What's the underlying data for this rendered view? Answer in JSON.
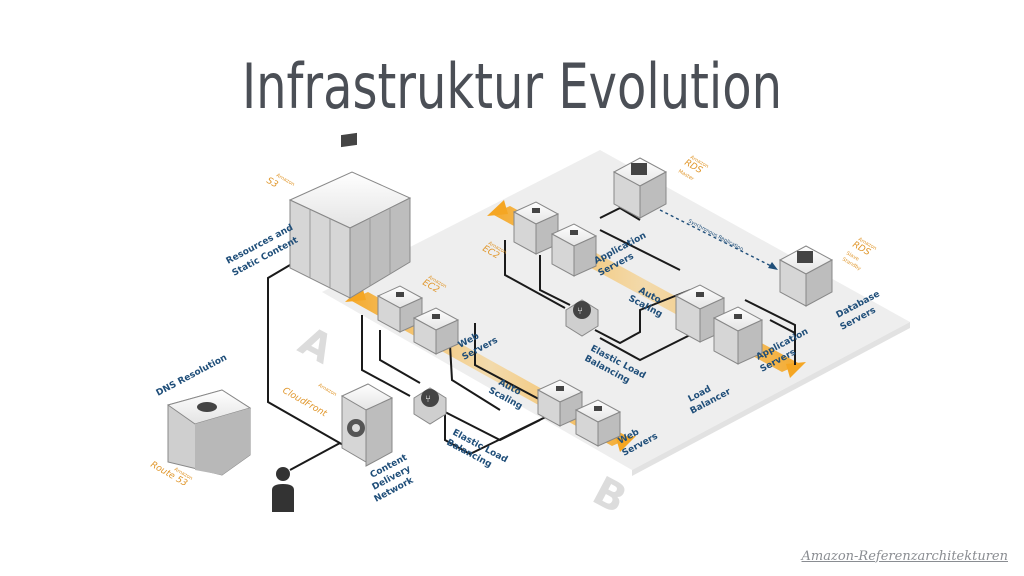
{
  "title": "Infrastruktur Evolution",
  "credit": "Amazon-Referenzarchitekturen",
  "zones": {
    "a": "A",
    "b": "B"
  },
  "labels": {
    "dns_resolution": "DNS Resolution",
    "route53_small": "Amazon",
    "route53": "Route 53",
    "resources_1": "Resources and",
    "resources_2": "Static Content",
    "s3_small": "Amazon",
    "s3": "S3",
    "cloudfront_small": "Amazon",
    "cloudfront": "CloudFront",
    "cdn_1": "Content",
    "cdn_2": "Delivery",
    "cdn_3": "Network",
    "ec2_a_small": "Amazon",
    "ec2_a": "EC2",
    "ec2_b_small": "Amazon",
    "ec2_b": "EC2",
    "web_a_1": "Web",
    "web_a_2": "Servers",
    "web_b_1": "Web",
    "web_b_2": "Servers",
    "auto_a_1": "Auto",
    "auto_a_2": "Scaling",
    "auto_b_1": "Auto",
    "auto_b_2": "Scaling",
    "elb_1_1": "Elastic Load",
    "elb_1_2": "Balancing",
    "elb_2_1": "Elastic Load",
    "elb_2_2": "Balancing",
    "app_a_1": "Application",
    "app_a_2": "Servers",
    "app_b_1": "Application",
    "app_b_2": "Servers",
    "load_balancer_1": "Load",
    "load_balancer_2": "Balancer",
    "rds_master_small": "Amazon",
    "rds_master": "RDS",
    "rds_master_role": "Master",
    "rds_slave_small": "Amazon",
    "rds_slave": "RDS",
    "rds_slave_role_1": "Slave",
    "rds_slave_role_2": "Standby",
    "sync_replication": "Synchronous Replication",
    "db_1": "Database",
    "db_2": "Servers"
  },
  "colors": {
    "accent": "#f5a623",
    "label": "#1f4e79",
    "service": "#e0962a",
    "title": "#4b4f56"
  }
}
